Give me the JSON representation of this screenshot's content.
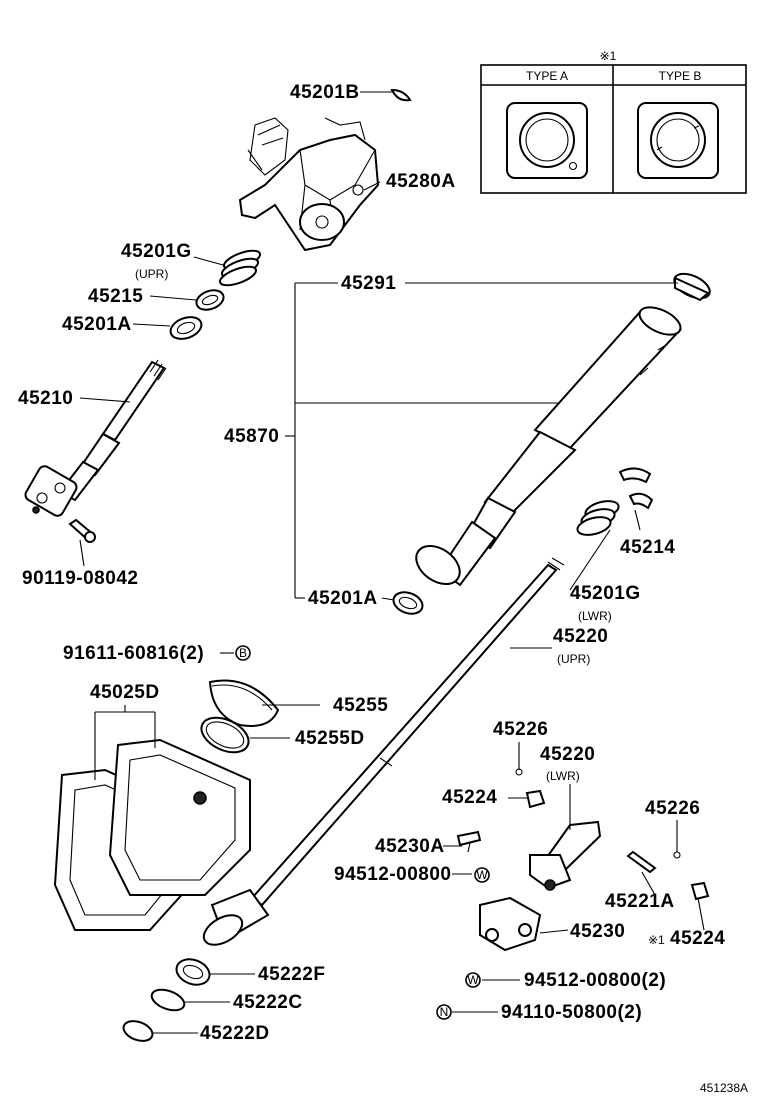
{
  "callouts": {
    "p45201B": "45201B",
    "p45280A": "45280A",
    "p45201G_upr": "45201G",
    "upr_note": "(UPR)",
    "p45215": "45215",
    "p45201A_top": "45201A",
    "p45210": "45210",
    "p90119": "90119-08042",
    "p45291": "45291",
    "p45870": "45870",
    "p45214": "45214",
    "p45201G_lwr": "45201G",
    "lwr_note": "(LWR)",
    "p45201A_bot": "45201A",
    "p91611": "91611-60816(2)",
    "p45220_upr": "45220",
    "upr_note2": "(UPR)",
    "p45025D": "45025D",
    "p45255": "45255",
    "p45255D": "45255D",
    "p45226_a": "45226",
    "p45220_lwr": "45220",
    "lwr_note2": "(LWR)",
    "p45224_a": "45224",
    "p45226_b": "45226",
    "p45230A": "45230A",
    "p94512_a": "94512-00800",
    "p45221A": "45221A",
    "p45230": "45230",
    "p45224_b": "45224",
    "note_mark_b": "※1",
    "p45222F": "45222F",
    "p45222C": "45222C",
    "p45222D": "45222D",
    "p94512_b": "94512-00800(2)",
    "p94110": "94110-50800(2)",
    "symbol_B": "B",
    "symbol_W1": "W",
    "symbol_W2": "W",
    "symbol_N": "N"
  },
  "legend": {
    "note_mark": "※1",
    "type_a": "TYPE A",
    "type_b": "TYPE B"
  },
  "diagram_code": "451238A"
}
